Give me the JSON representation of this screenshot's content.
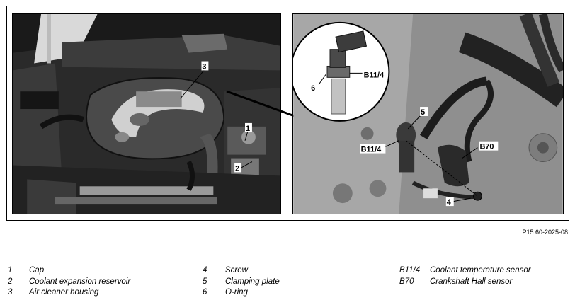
{
  "figure": {
    "code": "P15.60-2025-08",
    "callouts_left": [
      "1",
      "2",
      "3"
    ],
    "callouts_right": [
      "4",
      "5",
      "B11/4",
      "B70"
    ],
    "callouts_inset": [
      "6",
      "B11/4"
    ]
  },
  "legend": {
    "columns": [
      [
        {
          "key": "1",
          "text": "Cap"
        },
        {
          "key": "2",
          "text": "Coolant expansion reservoir"
        },
        {
          "key": "3",
          "text": "Air cleaner housing"
        }
      ],
      [
        {
          "key": "4",
          "text": "Screw"
        },
        {
          "key": "5",
          "text": "Clamping plate"
        },
        {
          "key": "6",
          "text": "O-ring"
        }
      ],
      [
        {
          "key": "B11/4",
          "text": "Coolant temperature sensor"
        },
        {
          "key": "B70",
          "text": "Crankshaft Hall sensor"
        }
      ]
    ]
  }
}
